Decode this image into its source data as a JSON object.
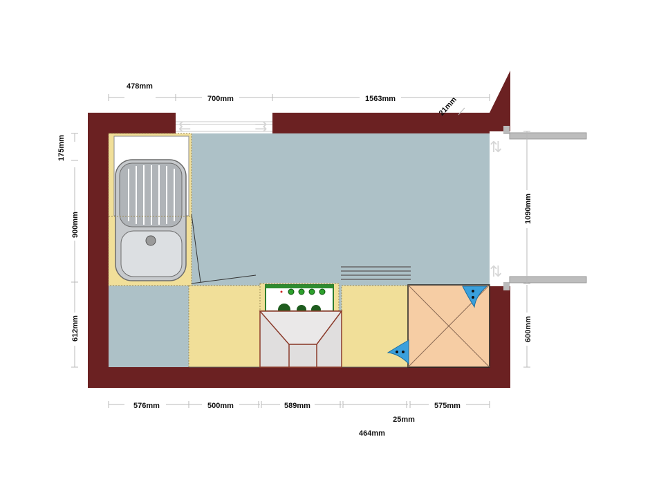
{
  "colors": {
    "wall": "#6b2122",
    "floor": "#adc1c7",
    "counter": "#f1df99",
    "appliance_tile": "#f6cda4",
    "sink_steel": "#c6c9cc",
    "dimension_line": "#b8b8b8",
    "outlet_blue": "#3aa0dc"
  },
  "dimensions": {
    "top": [
      "478mm",
      "700mm",
      "1563mm"
    ],
    "diagonal": "21mm",
    "left": [
      "175mm",
      "900mm",
      "612mm"
    ],
    "right": [
      "1090mm",
      "600mm"
    ],
    "bottom": [
      "576mm",
      "500mm",
      "589mm",
      "575mm"
    ],
    "below": [
      "25mm",
      "464mm"
    ]
  }
}
